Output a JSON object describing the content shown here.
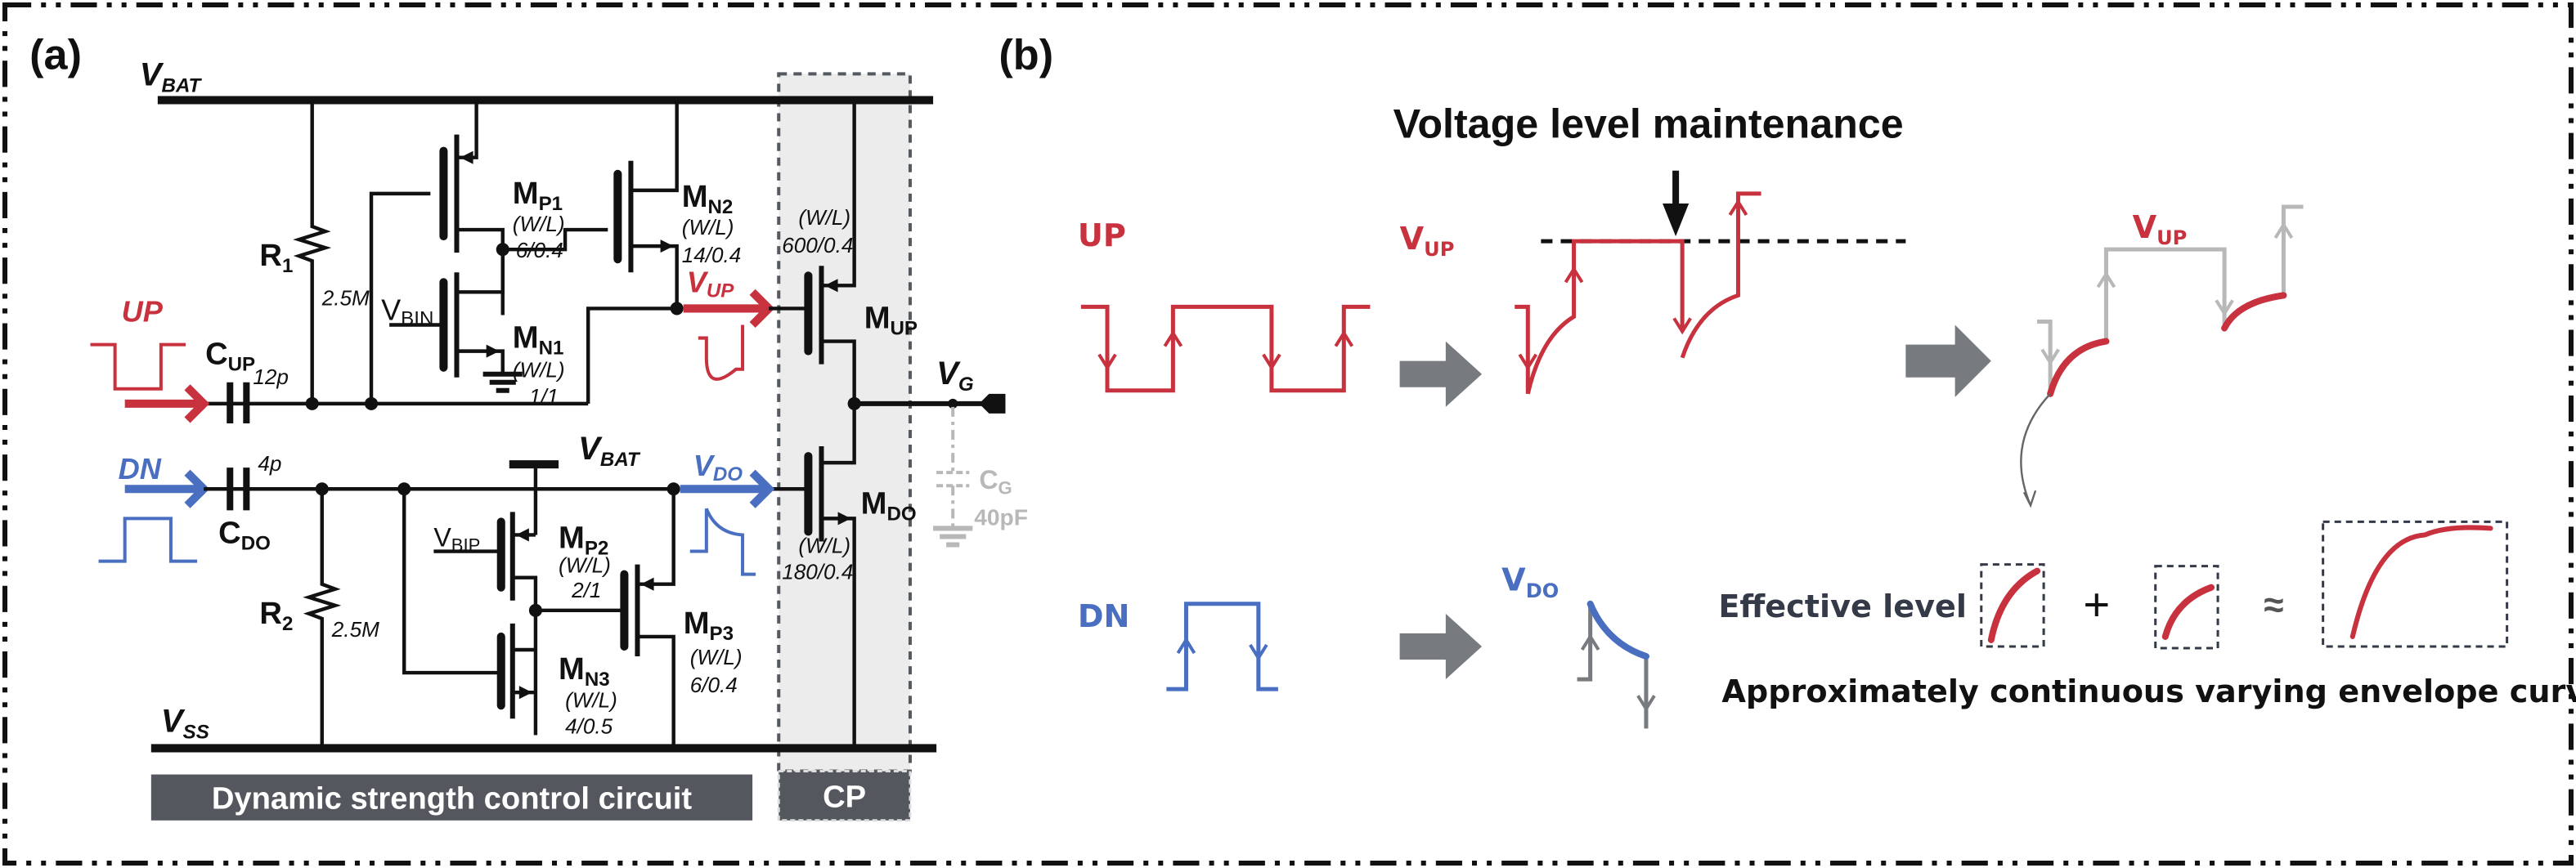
{
  "panel_a": {
    "label": "(a)",
    "rails": {
      "vbat_main": "V",
      "vbat_sub": "BAT",
      "vss_main": "V",
      "vss_sub": "SS",
      "vbat2_main": "V",
      "vbat2_sub": "BAT"
    },
    "inputs": {
      "up": {
        "label": "UP",
        "color": "#c8323f"
      },
      "dn": {
        "label": "DN",
        "color": "#4a6fc1"
      }
    },
    "capacitors": {
      "cup": {
        "main": "C",
        "sub": "UP",
        "value": "12p"
      },
      "cdo": {
        "main": "C",
        "sub": "DO",
        "value": "4p"
      },
      "cg": {
        "main": "C",
        "sub": "G",
        "value": "40pF"
      }
    },
    "resistors": {
      "r1": {
        "main": "R",
        "sub": "1",
        "value": "2.5M"
      },
      "r2": {
        "main": "R",
        "sub": "2",
        "value": "2.5M"
      }
    },
    "bias": {
      "vbin": {
        "main": "V",
        "sub": "BIN"
      },
      "vbip": {
        "main": "V",
        "sub": "BIP"
      }
    },
    "transistors": {
      "mp1": {
        "main": "M",
        "sub": "P1",
        "wl": "(W/L)",
        "size": "6/0.4"
      },
      "mn1": {
        "main": "M",
        "sub": "N1",
        "wl": "(W/L)",
        "size": "1/1"
      },
      "mn2": {
        "main": "M",
        "sub": "N2",
        "wl": "(W/L)",
        "size": "14/0.4"
      },
      "mup": {
        "main": "M",
        "sub": "UP",
        "wl": "(W/L)",
        "size": "600/0.4"
      },
      "mp2": {
        "main": "M",
        "sub": "P2",
        "wl": "(W/L)",
        "size": "2/1"
      },
      "mp3": {
        "main": "M",
        "sub": "P3",
        "wl": "(W/L)",
        "size": "6/0.4"
      },
      "mn3": {
        "main": "M",
        "sub": "N3",
        "wl": "(W/L)",
        "size": "4/0.5"
      },
      "mdo": {
        "main": "M",
        "sub": "DO",
        "wl": "(W/L)",
        "size": "180/0.4"
      }
    },
    "nodes": {
      "vup": {
        "main": "V",
        "sub": "UP"
      },
      "vdo": {
        "main": "V",
        "sub": "DO"
      },
      "vg": {
        "main": "V",
        "sub": "G"
      }
    },
    "blocks": {
      "dynamic": "Dynamic strength control circuit",
      "cp": "CP"
    }
  },
  "panel_b": {
    "label": "(b)",
    "title": "Voltage level maintenance",
    "up_label": "UP",
    "dn_label": "DN",
    "vup1": {
      "main": "V",
      "sub": "UP"
    },
    "vup2": {
      "main": "V",
      "sub": "UP"
    },
    "vdo": {
      "main": "V",
      "sub": "DO"
    },
    "effective_level": "Effective level",
    "plus": "+",
    "approx": "≈",
    "caption": "Approximately continuous varying envelope curve"
  },
  "colors": {
    "red": "#c8323f",
    "blue": "#4a6fc1",
    "gray_arrow": "#777b80",
    "block_fill": "#54575d",
    "cp_shade": "#ececec"
  }
}
